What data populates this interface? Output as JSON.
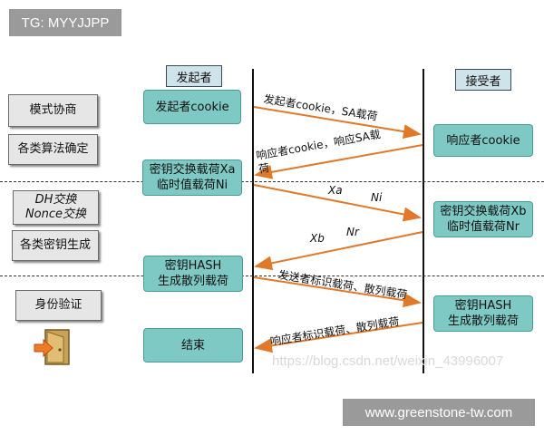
{
  "tags": {
    "top_left": "TG: MYYJJPP",
    "bottom_right": "www.greenstone-tw.com"
  },
  "watermark": "https://blog.csdn.net/weixin_43996007",
  "roles": {
    "initiator": "发起者",
    "responder": "接受者"
  },
  "phases": {
    "mode_negotiation": "模式协商",
    "algorithm_confirm": "各类算法确定",
    "dh_exchange": "DH交换",
    "nonce_exchange": "Nonce交换",
    "key_generation": "各类密钥生成",
    "identity_verification": "身份验证"
  },
  "initiator_steps": {
    "cookie": "发起者cookie",
    "kx_line1": "密钥交换载荷Xa",
    "kx_line2": "临时值载荷Ni",
    "hash_line1": "密钥HASH",
    "hash_line2": "生成散列载荷",
    "end": "结束"
  },
  "responder_steps": {
    "cookie": "响应者cookie",
    "kx_line1": "密钥交换载荷Xb",
    "kx_line2": "临时值载荷Nr",
    "hash_line1": "密钥HASH",
    "hash_line2": "生成散列载荷"
  },
  "messages": {
    "m1": "发起者cookie，SA载荷",
    "m2_line1": "响应者cookie，响应SA载",
    "m2_line2": "荷",
    "m3_xa": "Xa",
    "m3_ni": "Ni",
    "m4_xb": "Xb",
    "m4_nr": "Nr",
    "m5": "发送者标识载荷、散列载荷",
    "m6": "响应者标识载荷、散列载荷"
  },
  "colors": {
    "step_fill": "#7fc9c5",
    "role_fill": "#cfe3ea",
    "phase_fill": "#e6e6e6",
    "tag_fill": "#9a9a9a"
  },
  "icons": {
    "identity": "door-exit-icon"
  }
}
